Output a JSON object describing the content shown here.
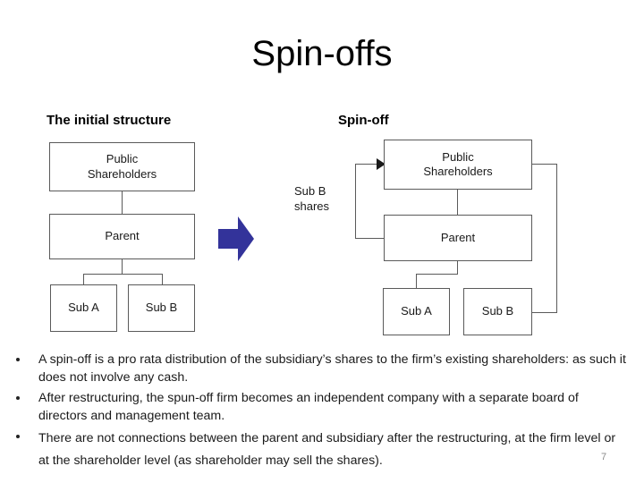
{
  "slide": {
    "title": "Spin-offs",
    "page_number": "7",
    "accent_color": "#33339A",
    "line_color": "#5A5A5A"
  },
  "diagrams": {
    "initial": {
      "heading": "The initial structure",
      "boxes": {
        "public": "Public\nShareholders",
        "parent": "Parent",
        "sub_a": "Sub A",
        "sub_b": "Sub B"
      }
    },
    "spinoff": {
      "heading": "Spin-off",
      "boxes": {
        "public": "Public\nShareholders",
        "parent": "Parent",
        "sub_a": "Sub A",
        "sub_b": "Sub B"
      },
      "annotation": "Sub B\nshares"
    }
  },
  "bullets": [
    "A spin-off is a pro rata distribution of the subsidiary’s shares to the firm’s existing shareholders:  as such it does not involve any cash.",
    "After restructuring, the spun-off firm becomes an independent company with a separate board of directors and management team.",
    "There are not connections between the parent and subsidiary after the restructuring, at the firm level or at the shareholder level (as shareholder may sell the shares)."
  ]
}
